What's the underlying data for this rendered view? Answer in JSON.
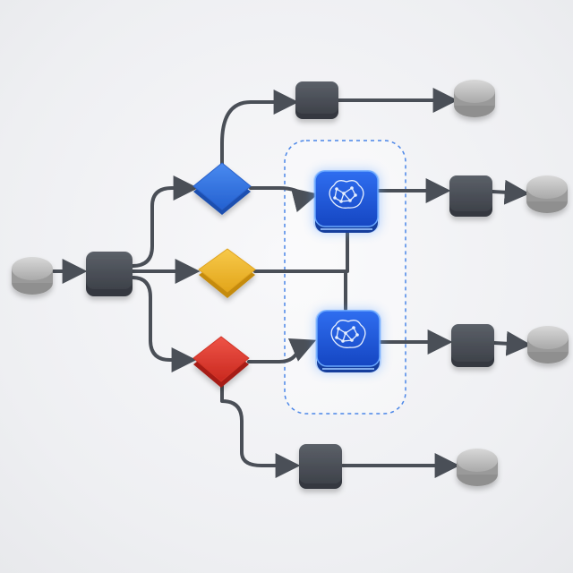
{
  "diagram": {
    "type": "flowchart",
    "colors": {
      "background": "#f1f2f4",
      "connector": "#4a4f57",
      "terminal": "#bdbdbd",
      "process": "#4b5058",
      "decision_blue": "#2f6fe0",
      "decision_yellow": "#f2b92c",
      "decision_red": "#dd3b2f",
      "ai_node": "#2159d8",
      "ai_glow": "#5ea0ff",
      "group_outline": "#4a86e8"
    },
    "nodes": [
      {
        "id": "start",
        "kind": "terminal"
      },
      {
        "id": "router",
        "kind": "process"
      },
      {
        "id": "decision-blue",
        "kind": "decision",
        "color": "blue"
      },
      {
        "id": "decision-yellow",
        "kind": "decision",
        "color": "yellow"
      },
      {
        "id": "decision-red",
        "kind": "decision",
        "color": "red"
      },
      {
        "id": "process-top",
        "kind": "process"
      },
      {
        "id": "end-top",
        "kind": "terminal"
      },
      {
        "id": "ai-node-1",
        "kind": "ai",
        "icon": "brain-network-icon"
      },
      {
        "id": "ai-node-2",
        "kind": "ai",
        "icon": "brain-network-icon"
      },
      {
        "id": "process-right-1",
        "kind": "process"
      },
      {
        "id": "end-right-1",
        "kind": "terminal"
      },
      {
        "id": "process-right-2",
        "kind": "process"
      },
      {
        "id": "end-right-2",
        "kind": "terminal"
      },
      {
        "id": "process-bottom",
        "kind": "process"
      },
      {
        "id": "end-bottom",
        "kind": "terminal"
      }
    ],
    "edges": [
      {
        "from": "start",
        "to": "router"
      },
      {
        "from": "router",
        "to": "decision-blue"
      },
      {
        "from": "router",
        "to": "decision-yellow"
      },
      {
        "from": "router",
        "to": "decision-red"
      },
      {
        "from": "decision-blue",
        "to": "process-top"
      },
      {
        "from": "process-top",
        "to": "end-top"
      },
      {
        "from": "decision-blue",
        "to": "ai-node-1"
      },
      {
        "from": "decision-yellow",
        "to": "ai-node-1"
      },
      {
        "from": "decision-yellow",
        "to": "ai-node-2"
      },
      {
        "from": "decision-red",
        "to": "ai-node-2"
      },
      {
        "from": "ai-node-1",
        "to": "process-right-1"
      },
      {
        "from": "process-right-1",
        "to": "end-right-1"
      },
      {
        "from": "ai-node-2",
        "to": "process-right-2"
      },
      {
        "from": "process-right-2",
        "to": "end-right-2"
      },
      {
        "from": "decision-red",
        "to": "process-bottom"
      },
      {
        "from": "process-bottom",
        "to": "end-bottom"
      }
    ],
    "groups": [
      {
        "id": "ai-group",
        "members": [
          "ai-node-1",
          "ai-node-2"
        ],
        "style": "dashed"
      }
    ]
  }
}
